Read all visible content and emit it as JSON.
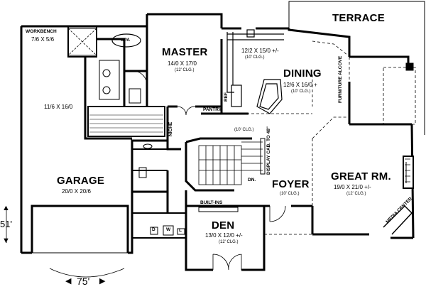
{
  "rooms": {
    "terrace": "TERRACE",
    "workbench": {
      "name": "WORKBENCH",
      "dims": "7/6 X 5/6"
    },
    "spa": "SPA",
    "master": {
      "name": "MASTER",
      "dims": "14/0 X 17/0",
      "ceiling": "(12' CLG.)"
    },
    "kitchen": {
      "dims": "12/2 X 15/0 +/-",
      "ceiling": "(10' CLG.)"
    },
    "dining": {
      "name": "DINING",
      "dims": "12/6 X 16/0 +",
      "ceiling": "(10' CLG.)"
    },
    "furniture_alcove": "FURNITURE ALCOVE",
    "garage_loft": {
      "dims": "11/6 X 16/0"
    },
    "ref": "REF.",
    "pantry": "PANTRY",
    "niche": "NICHE",
    "hall_ceiling": "(10' CLG.)",
    "display_cab": "DISPLAY CAB. TO 48\"",
    "foyer": {
      "name": "FOYER",
      "ceiling": "(10' CLG.)"
    },
    "great_room": {
      "name": "GREAT RM.",
      "dims": "19/0 X 21/0 +/-",
      "ceiling": "(12' CLG.)"
    },
    "garage": {
      "name": "GARAGE",
      "dims": "20/0 X 20/6"
    },
    "dn": "DN.",
    "built_ins": "BUILT-INS",
    "den": {
      "name": "DEN",
      "dims": "13/0 X 12/0 +/-",
      "ceiling": "(12' CLG.)"
    },
    "media_center": "MEDIA CENTER",
    "laundry": {
      "dryer": "D",
      "washer": "W",
      "sink": "L"
    }
  },
  "dimensions": {
    "depth": "51'",
    "width": "75'"
  },
  "symbols": {
    "up_arrow": "▲",
    "down_arrow": "▼",
    "left_arrow": "◀",
    "right_arrow": "▶"
  }
}
